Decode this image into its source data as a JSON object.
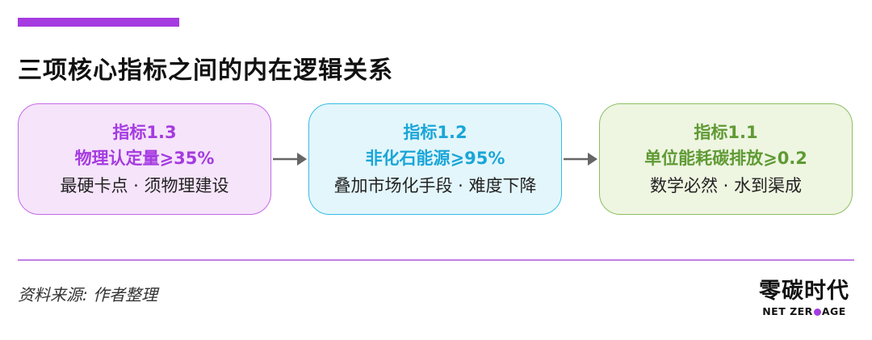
{
  "title": "三项核心指标之间的内在逻辑关系",
  "boxes": [
    {
      "line1": "指标1.3",
      "line2": "物理认定量⩾35%",
      "line3": "最硬卡点 · 须物理建设"
    },
    {
      "line1": "指标1.2",
      "line2": "非化石能源⩾95%",
      "line3": "叠加市场化手段 · 难度下降"
    },
    {
      "line1": "指标1.1",
      "line2": "单位能耗碳排放⩾0.2",
      "line3": "数学必然 · 水到渠成"
    }
  ],
  "source": "资料来源: 作者整理",
  "logo": {
    "cn": "零碳时代",
    "en_left": "NET ZER",
    "en_right": "AGE"
  },
  "colors": {
    "accent": "#a53be0",
    "box1": "#f6e4fb",
    "box2": "#e3f6fb",
    "box3": "#eef5e1",
    "arrow": "#666666"
  }
}
